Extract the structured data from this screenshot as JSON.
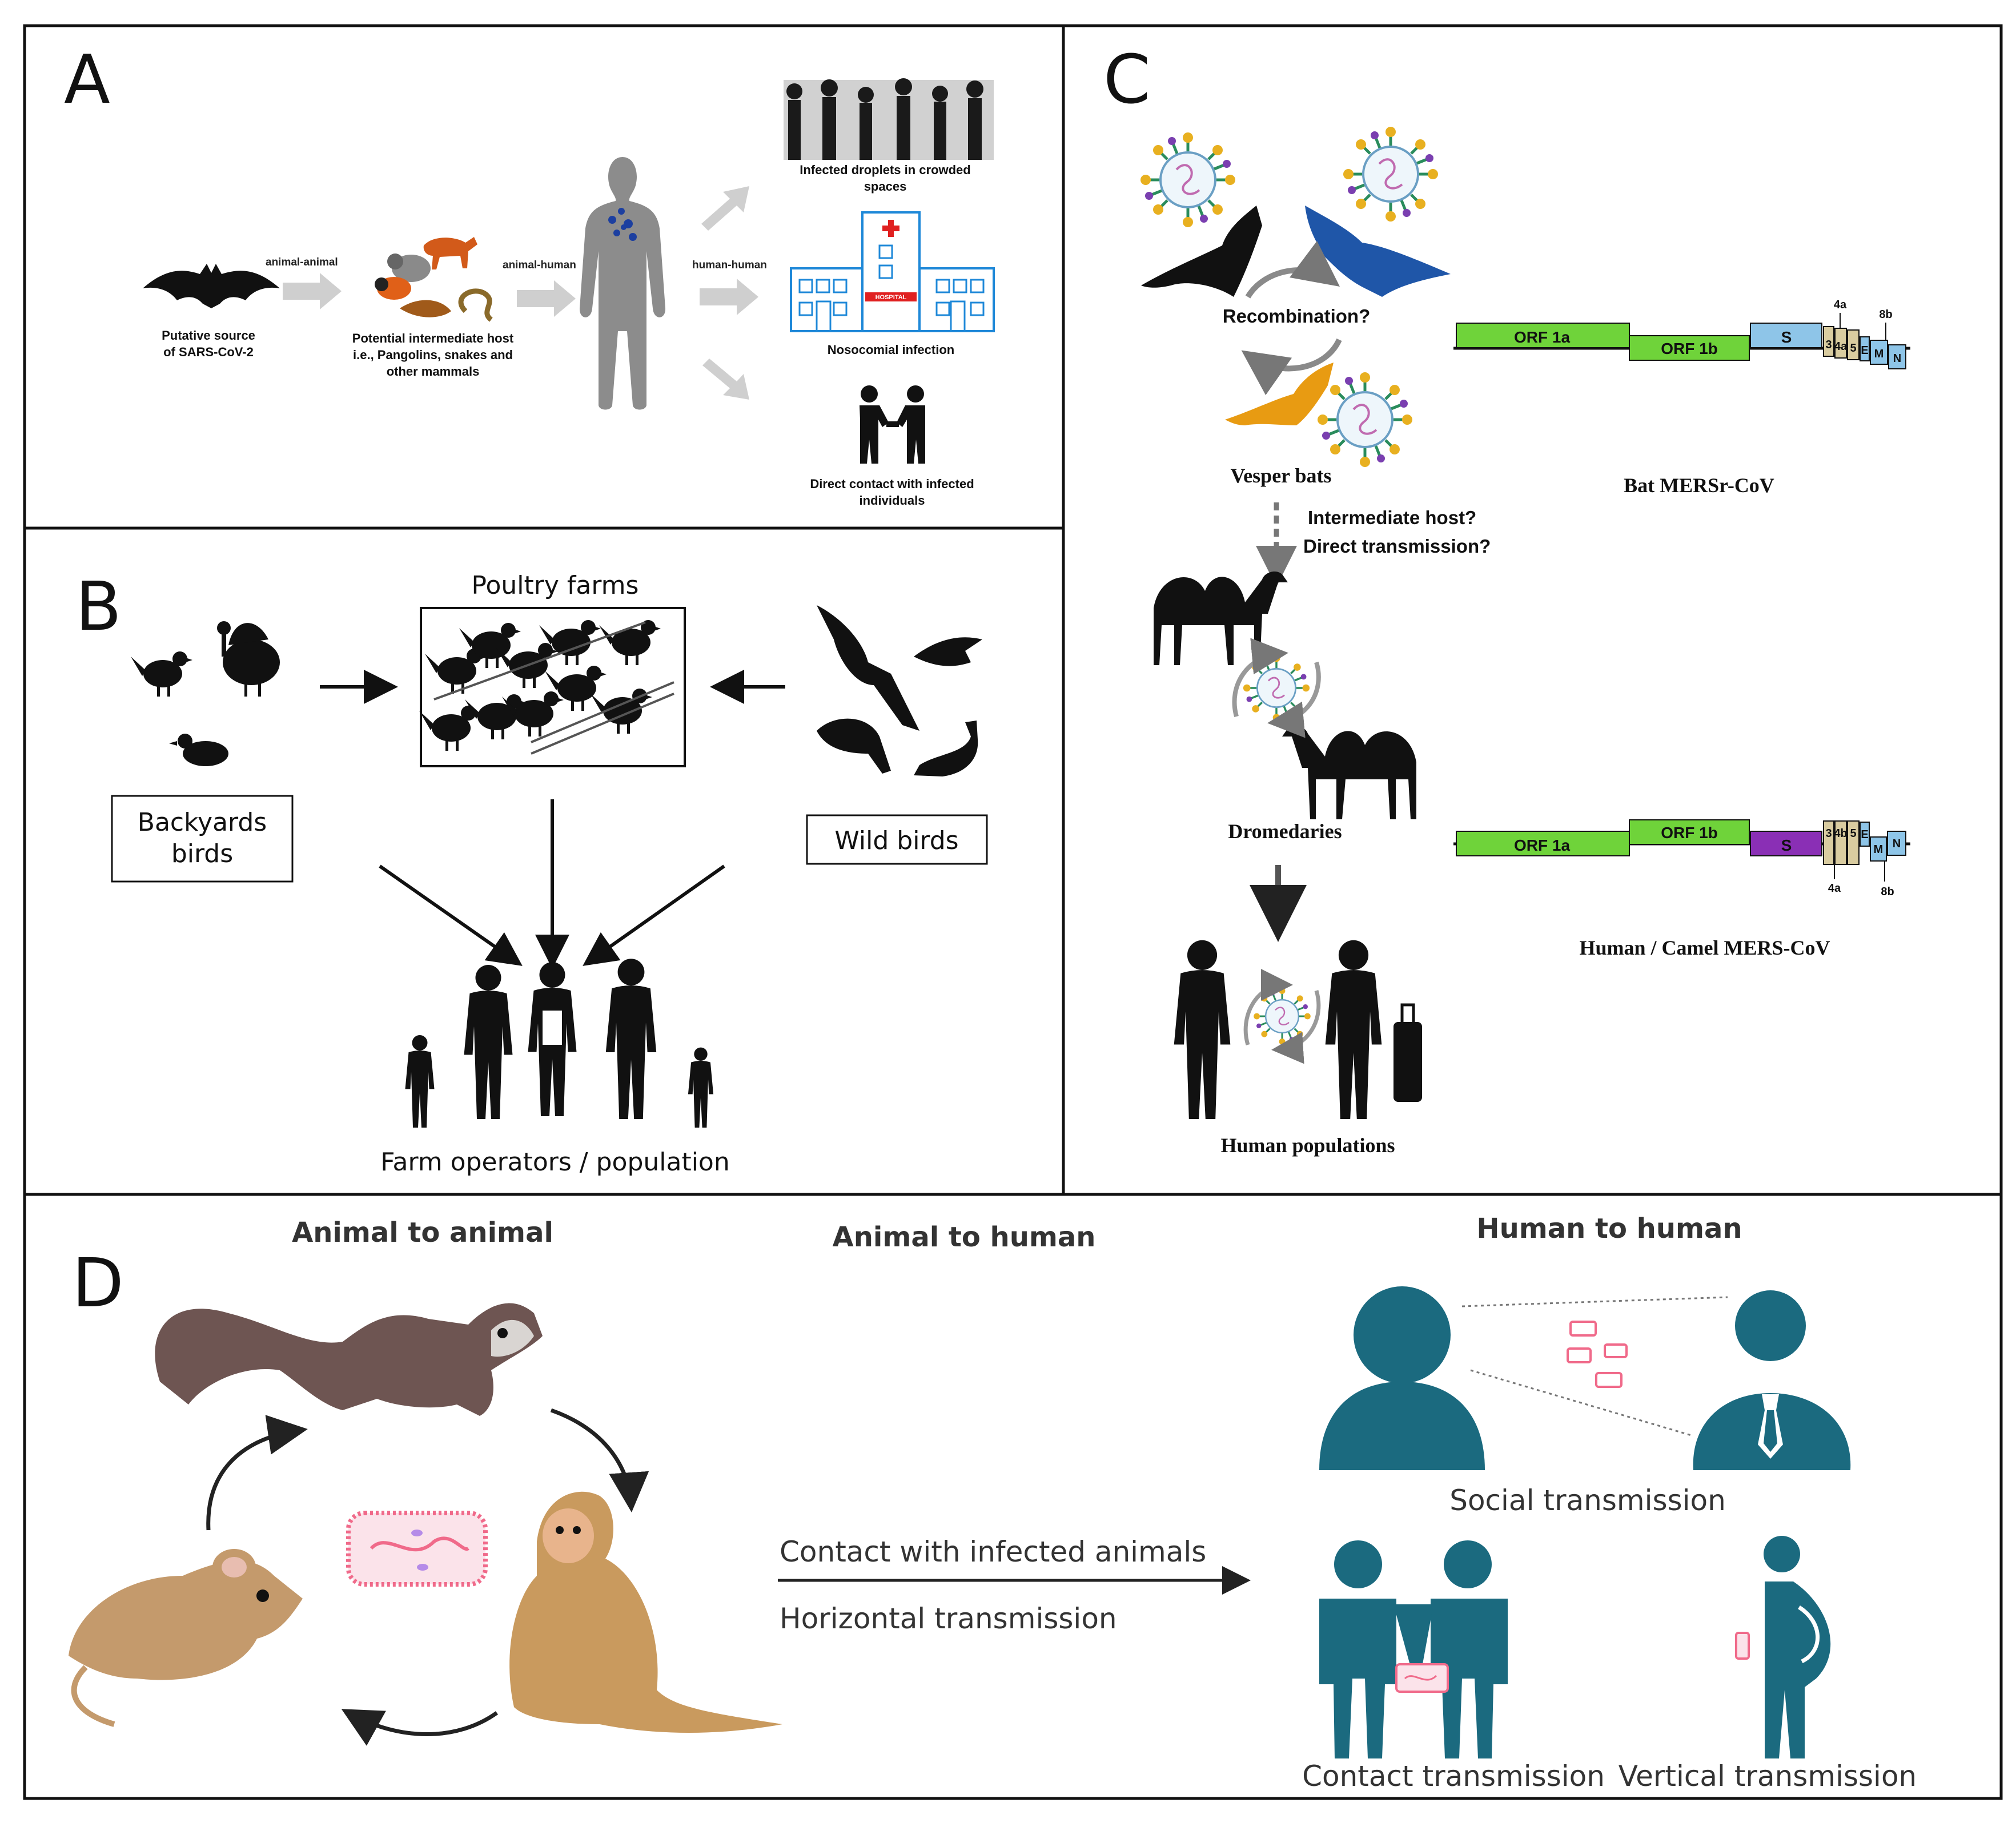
{
  "panels": {
    "a": {
      "letter": "A",
      "edge_labels": {
        "animal_animal": "animal-animal",
        "animal_human": "animal-human",
        "human_human": "human-human"
      },
      "bat_caption": [
        "Putative source",
        "of SARS-CoV-2"
      ],
      "host_caption": [
        "Potential intermediate host",
        "i.e., Pangolins, snakes and",
        "other mammals"
      ],
      "crowd_caption": [
        "Infected droplets in crowded",
        "spaces"
      ],
      "hospital_sign": "HOSPITAL",
      "hospital_caption": "Nosocomial infection",
      "contact_caption": [
        "Direct contact with infected",
        "individuals"
      ]
    },
    "b": {
      "letter": "B",
      "poultry_farms": "Poultry farms",
      "backyard_birds": [
        "Backyards",
        "birds"
      ],
      "wild_birds": "Wild birds",
      "population": "Farm operators / population"
    },
    "c": {
      "letter": "C",
      "recombination": "Recombination?",
      "vesper_bats": "Vesper bats",
      "intermediate": [
        "Intermediate host?",
        "Direct transmission?"
      ],
      "dromedaries": "Dromedaries",
      "human_populations": "Human populations",
      "genome_top": {
        "caption": "Bat MERSr-CoV",
        "orf1a": "ORF 1a",
        "orf1b": "ORF 1b",
        "s": "S",
        "small": [
          "3",
          "4a",
          "5",
          "E",
          "M",
          "N"
        ],
        "above": [
          "4a",
          "8b"
        ]
      },
      "genome_bottom": {
        "caption": "Human / Camel MERS-CoV",
        "orf1a": "ORF 1a",
        "orf1b": "ORF 1b",
        "s": "S",
        "small": [
          "3",
          "4b",
          "5",
          "E",
          "M",
          "N"
        ],
        "below": [
          "4a",
          "8b"
        ]
      }
    },
    "d": {
      "letter": "D",
      "animal_to_animal": "Animal to animal",
      "animal_to_human": "Animal to human",
      "human_to_human": "Human to human",
      "contact_infected": "Contact with infected animals",
      "horizontal": "Horizontal transmission",
      "social": "Social transmission",
      "contact_transmission": "Contact transmission",
      "vertical": "Vertical transmission"
    }
  },
  "colors": {
    "orf_green": "#6fd33a",
    "s_blue": "#8ec5e8",
    "s_purple": "#8a2fb5",
    "box_tan": "#d9cca0",
    "bat_blue": "#1f56a8",
    "bat_orange": "#e89b12",
    "teal": "#1b6a7f",
    "pink": "#f06a8a"
  }
}
